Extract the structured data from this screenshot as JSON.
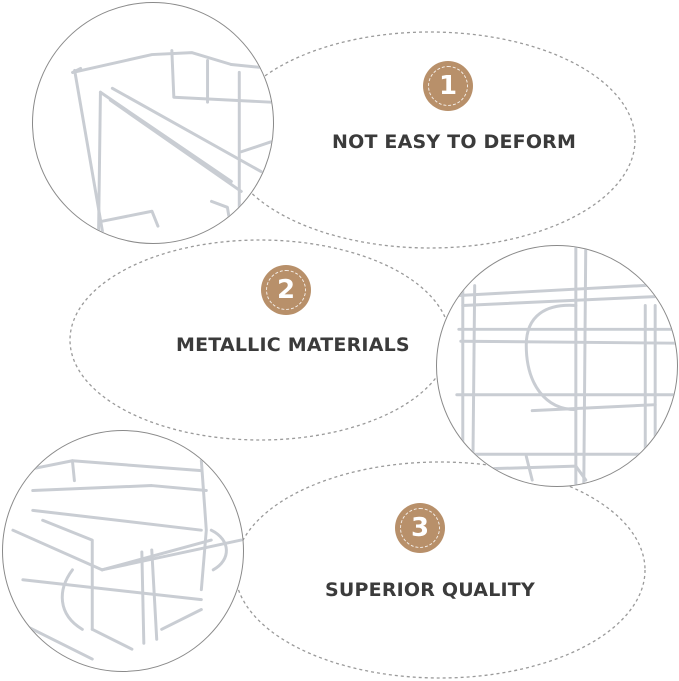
{
  "features": [
    {
      "number": "1",
      "label": "NOT EASY TO DEFORM"
    },
    {
      "number": "2",
      "label": "METALLIC MATERIALS"
    },
    {
      "number": "3",
      "label": "SUPERIOR QUALITY"
    }
  ],
  "colors": {
    "badge": "#b8906a",
    "text": "#3b3b3b",
    "dashed_outline": "#9a9a9a",
    "wire": "#c9cdd3"
  }
}
